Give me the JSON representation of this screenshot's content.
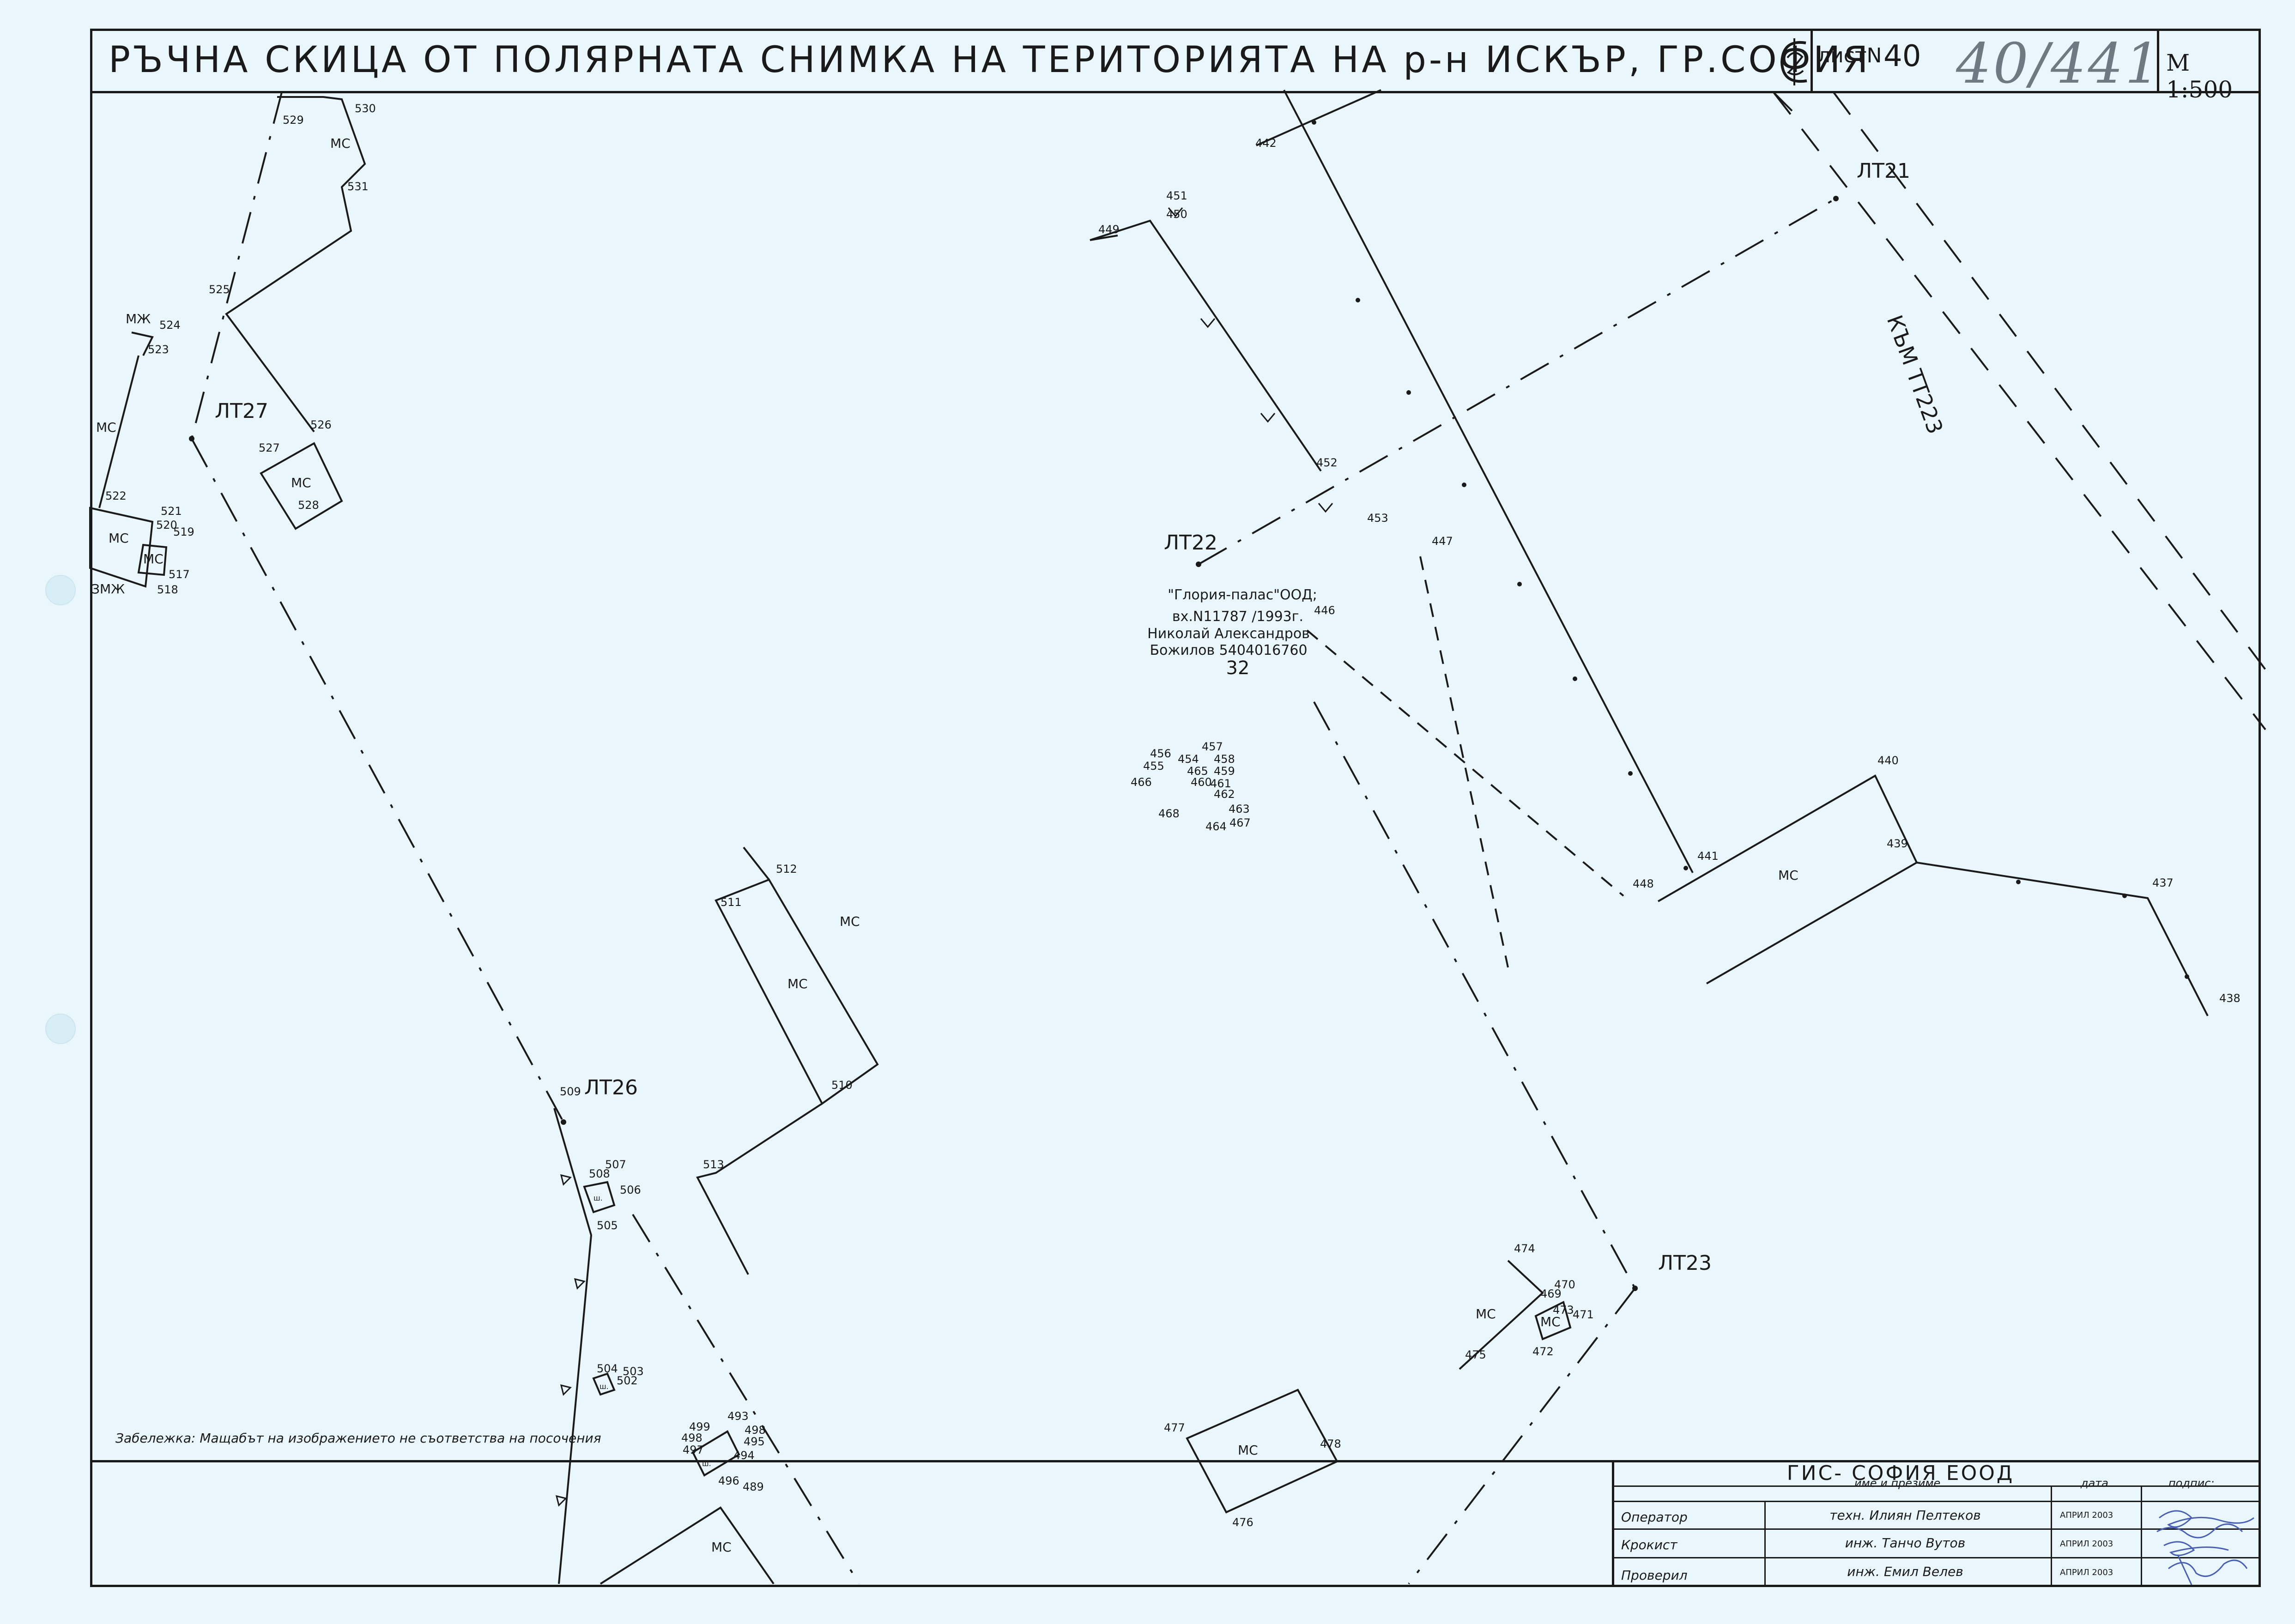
{
  "header": {
    "title": "РЪЧНА СКИЦА ОТ ПОЛЯРНАТА СНИМКА НА ТЕРИТОРИЯТА НА р-н ИСКЪР, ГР.СОФИЯ",
    "sheet_label": "листN",
    "sheet_number": "40",
    "handwritten_number": "40/441",
    "scale": "M 1:500"
  },
  "labels": {
    "lt21": "ЛТ21",
    "lt22": "ЛТ22",
    "lt23": "ЛТ23",
    "lt26": "ЛТ26",
    "lt27": "ЛТ27",
    "road_to_tt223": "КЪМ ТТ223",
    "owner_line1": "\"Глория-палас\"ООД;",
    "owner_line2": "вх.N11787 /1993г.",
    "owner_line3": "Николай Александров",
    "owner_line4": "Божилов 5404016760",
    "parcel_number": "32",
    "mc": "МС",
    "mzh": "МЖ",
    "zmzh": "ЗМЖ",
    "sh": "ш."
  },
  "points": {
    "p442": "442",
    "p451": "451",
    "p450": "450",
    "p449": "449",
    "p452": "452",
    "p453": "453",
    "p447": "447",
    "p446": "446",
    "p448": "448",
    "p441": "441",
    "p440": "440",
    "p439": "439",
    "p437": "437",
    "p438": "438",
    "p456": "456",
    "p457": "457",
    "p454": "454",
    "p458": "458",
    "p455": "455",
    "p465": "465",
    "p459": "459",
    "p466": "466",
    "p460": "460",
    "p461": "461",
    "p462": "462",
    "p463": "463",
    "p468": "468",
    "p464": "464",
    "p467": "467",
    "p474": "474",
    "p470": "470",
    "p469": "469",
    "p473": "473",
    "p471": "471",
    "p472": "472",
    "p475": "475",
    "p477": "477",
    "p478": "478",
    "p476": "476",
    "p529": "529",
    "p530": "530",
    "p531": "531",
    "p525": "525",
    "p524": "524",
    "p523": "523",
    "p522": "522",
    "p521": "521",
    "p520": "520",
    "p519": "519",
    "p517": "517",
    "p518": "518",
    "p526": "526",
    "p527": "527",
    "p528": "528",
    "p512": "512",
    "p511": "511",
    "p510": "510",
    "p513": "513",
    "p509": "509",
    "p508": "508",
    "p507": "507",
    "p506": "506",
    "p505": "505",
    "p504": "504",
    "p503": "503",
    "p502": "502",
    "p499": "499",
    "p498a": "498",
    "p497": "497",
    "p493": "493",
    "p498b": "498",
    "p495": "495",
    "p494": "494",
    "p496": "496",
    "p489": "489"
  },
  "note": "Забележка: Мащабът на изображението не съответства на посочения",
  "title_block": {
    "company": "ГИС- СОФИЯ ЕООД",
    "col_name": "име и презиме",
    "col_date": "дата",
    "col_sign": "подпис:",
    "rows": [
      {
        "role": "Оператор",
        "name": "техн. Илиян Пелтеков",
        "date": "АПРИЛ 2003"
      },
      {
        "role": "Крокист",
        "name": "инж. Танчо Вутов",
        "date": "АПРИЛ 2003"
      },
      {
        "role": "Проверил",
        "name": "инж. Емил Велев",
        "date": "АПРИЛ 2003"
      }
    ]
  }
}
